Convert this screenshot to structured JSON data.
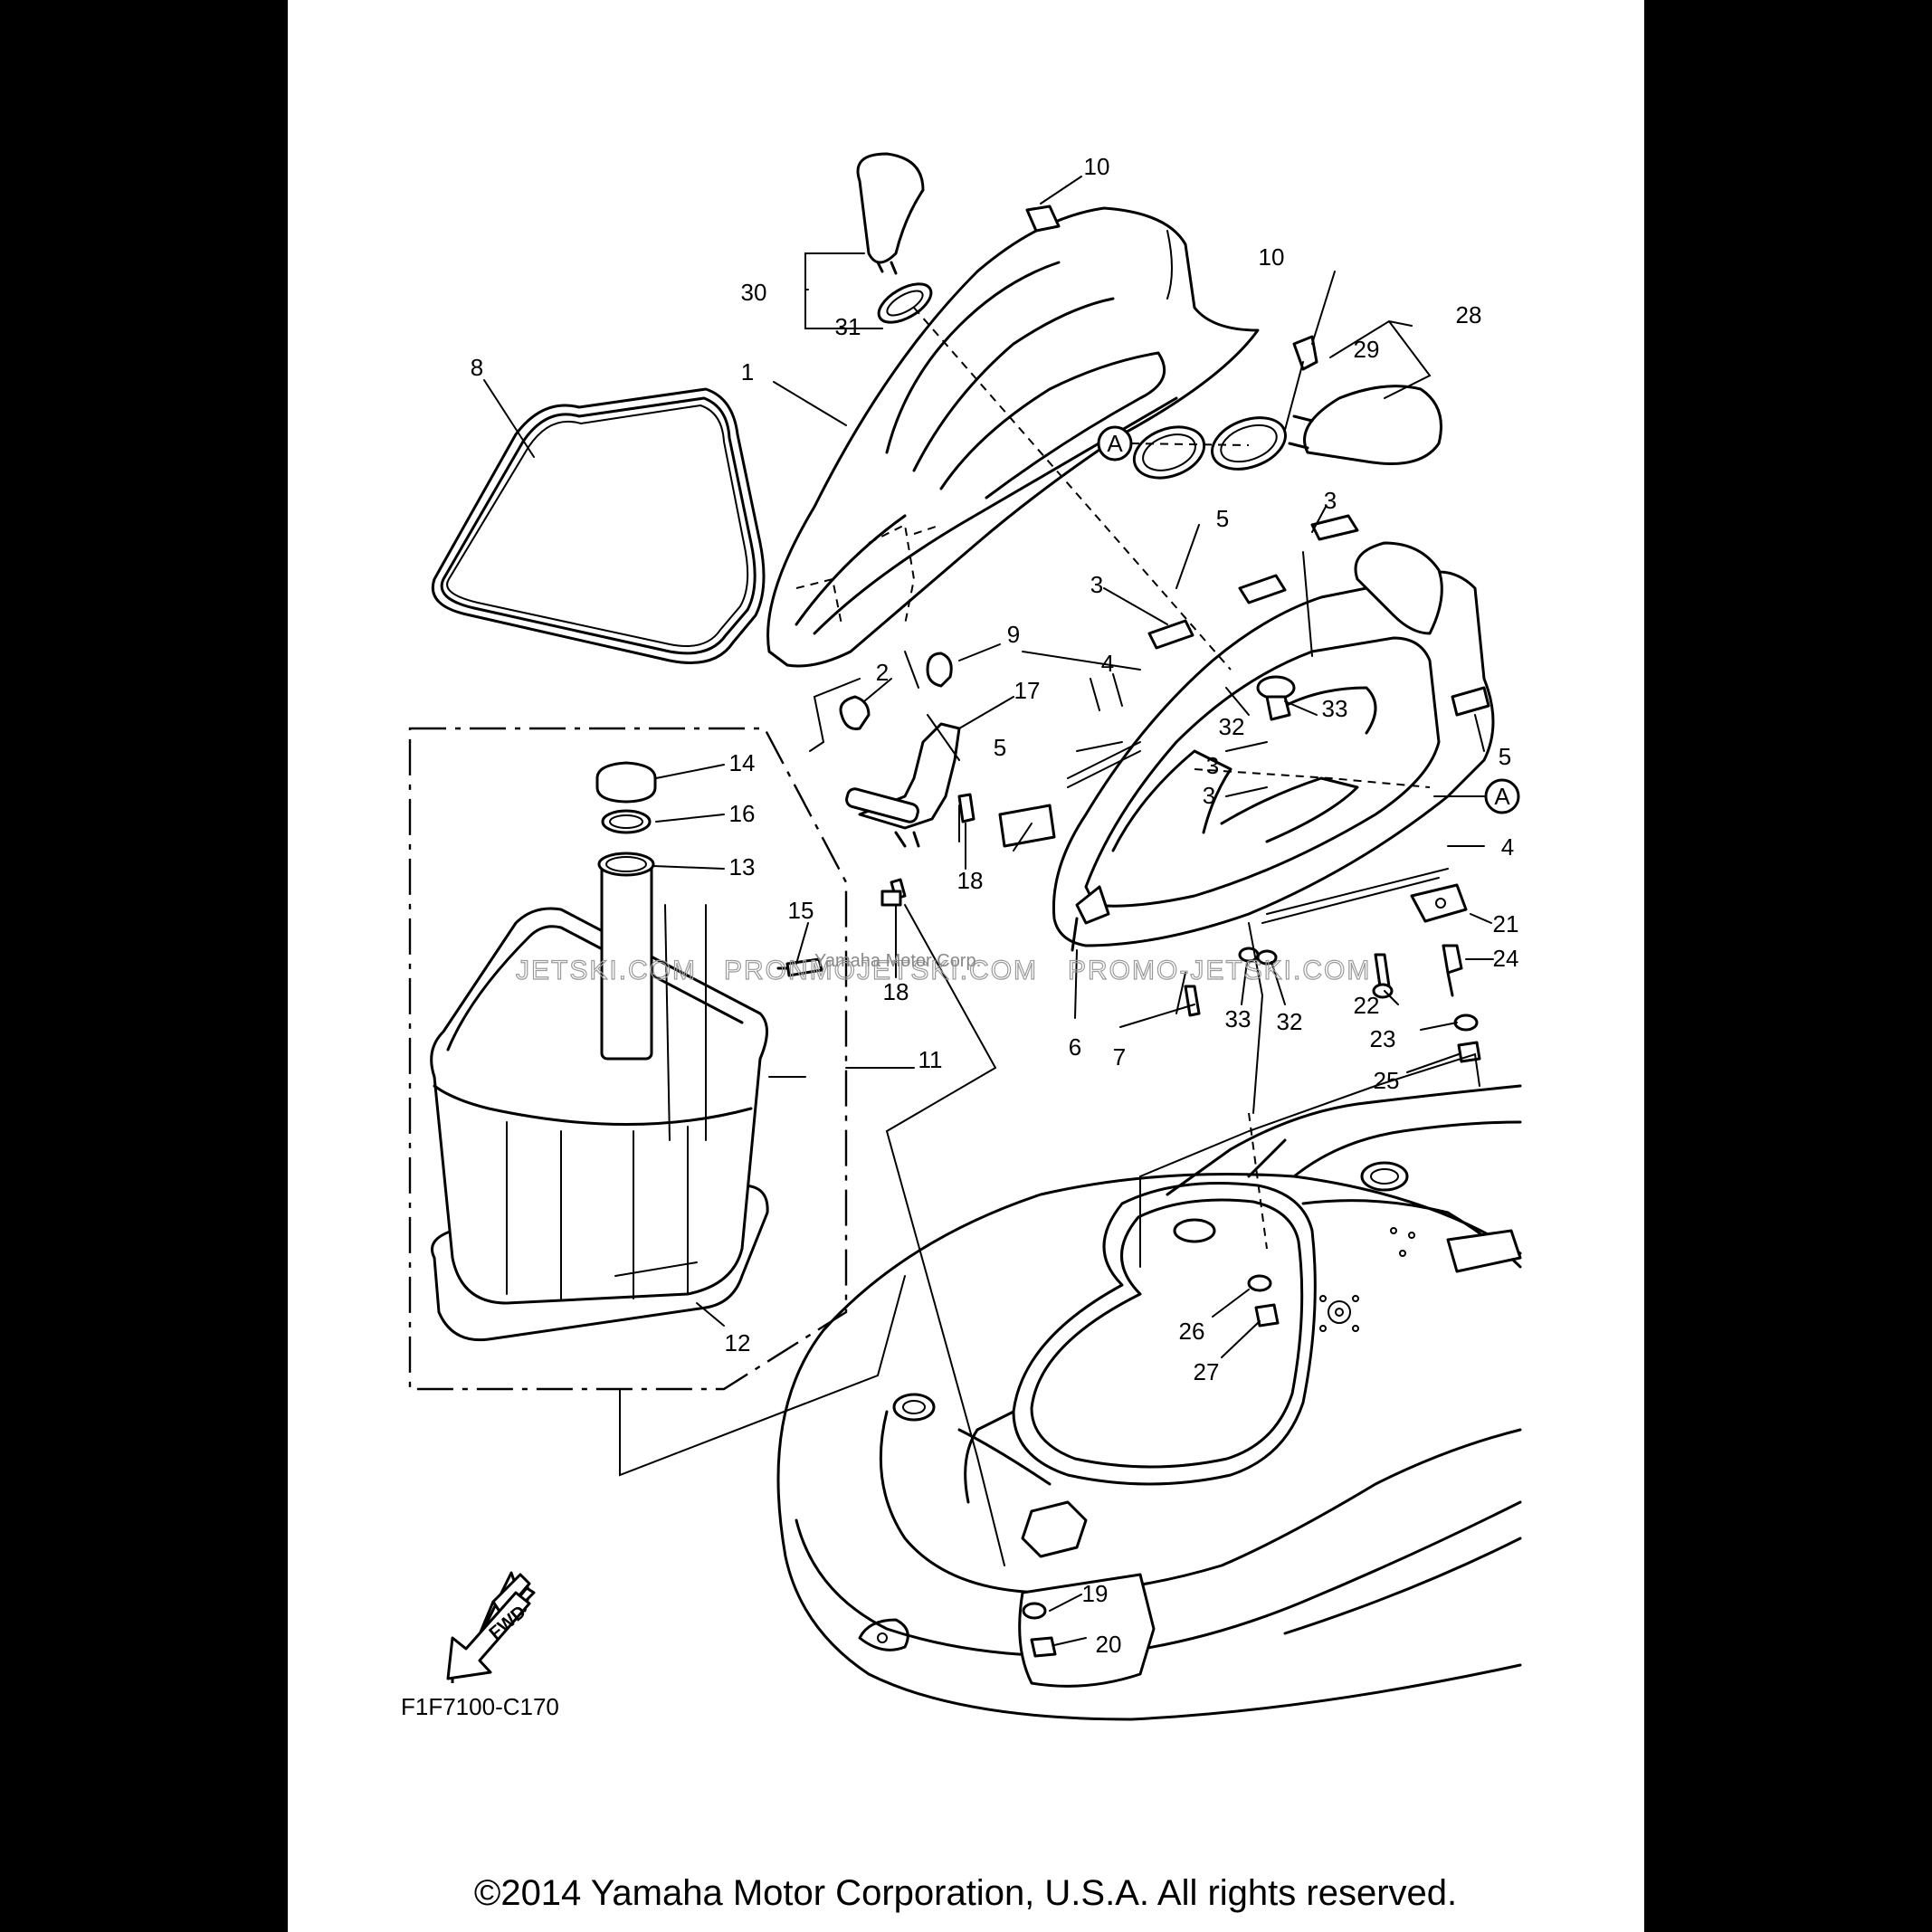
{
  "diagram": {
    "part_numbers": [
      "1",
      "2",
      "3",
      "4",
      "5",
      "6",
      "7",
      "8",
      "9",
      "10",
      "11",
      "12",
      "13",
      "14",
      "15",
      "16",
      "17",
      "18",
      "19",
      "20",
      "21",
      "22",
      "23",
      "24",
      "25",
      "26",
      "27",
      "28",
      "29",
      "30",
      "31",
      "32",
      "33"
    ],
    "reference_marker": "A",
    "fwd_label": "FWD",
    "figure_code": "F1F7100-C170",
    "watermarks": {
      "left": "JETSKI.COM",
      "center": "PRONMOJETSKI.COM",
      "right": "PROMO-JETSKI.COM",
      "small": "Yamaha Motor Corp."
    },
    "copyright": "©2014 Yamaha Motor Corporation, U.S.A. All rights reserved.",
    "colors": {
      "background": "#000000",
      "paper": "#ffffff",
      "ink": "#000000",
      "watermark": "#9a9a9a"
    }
  }
}
